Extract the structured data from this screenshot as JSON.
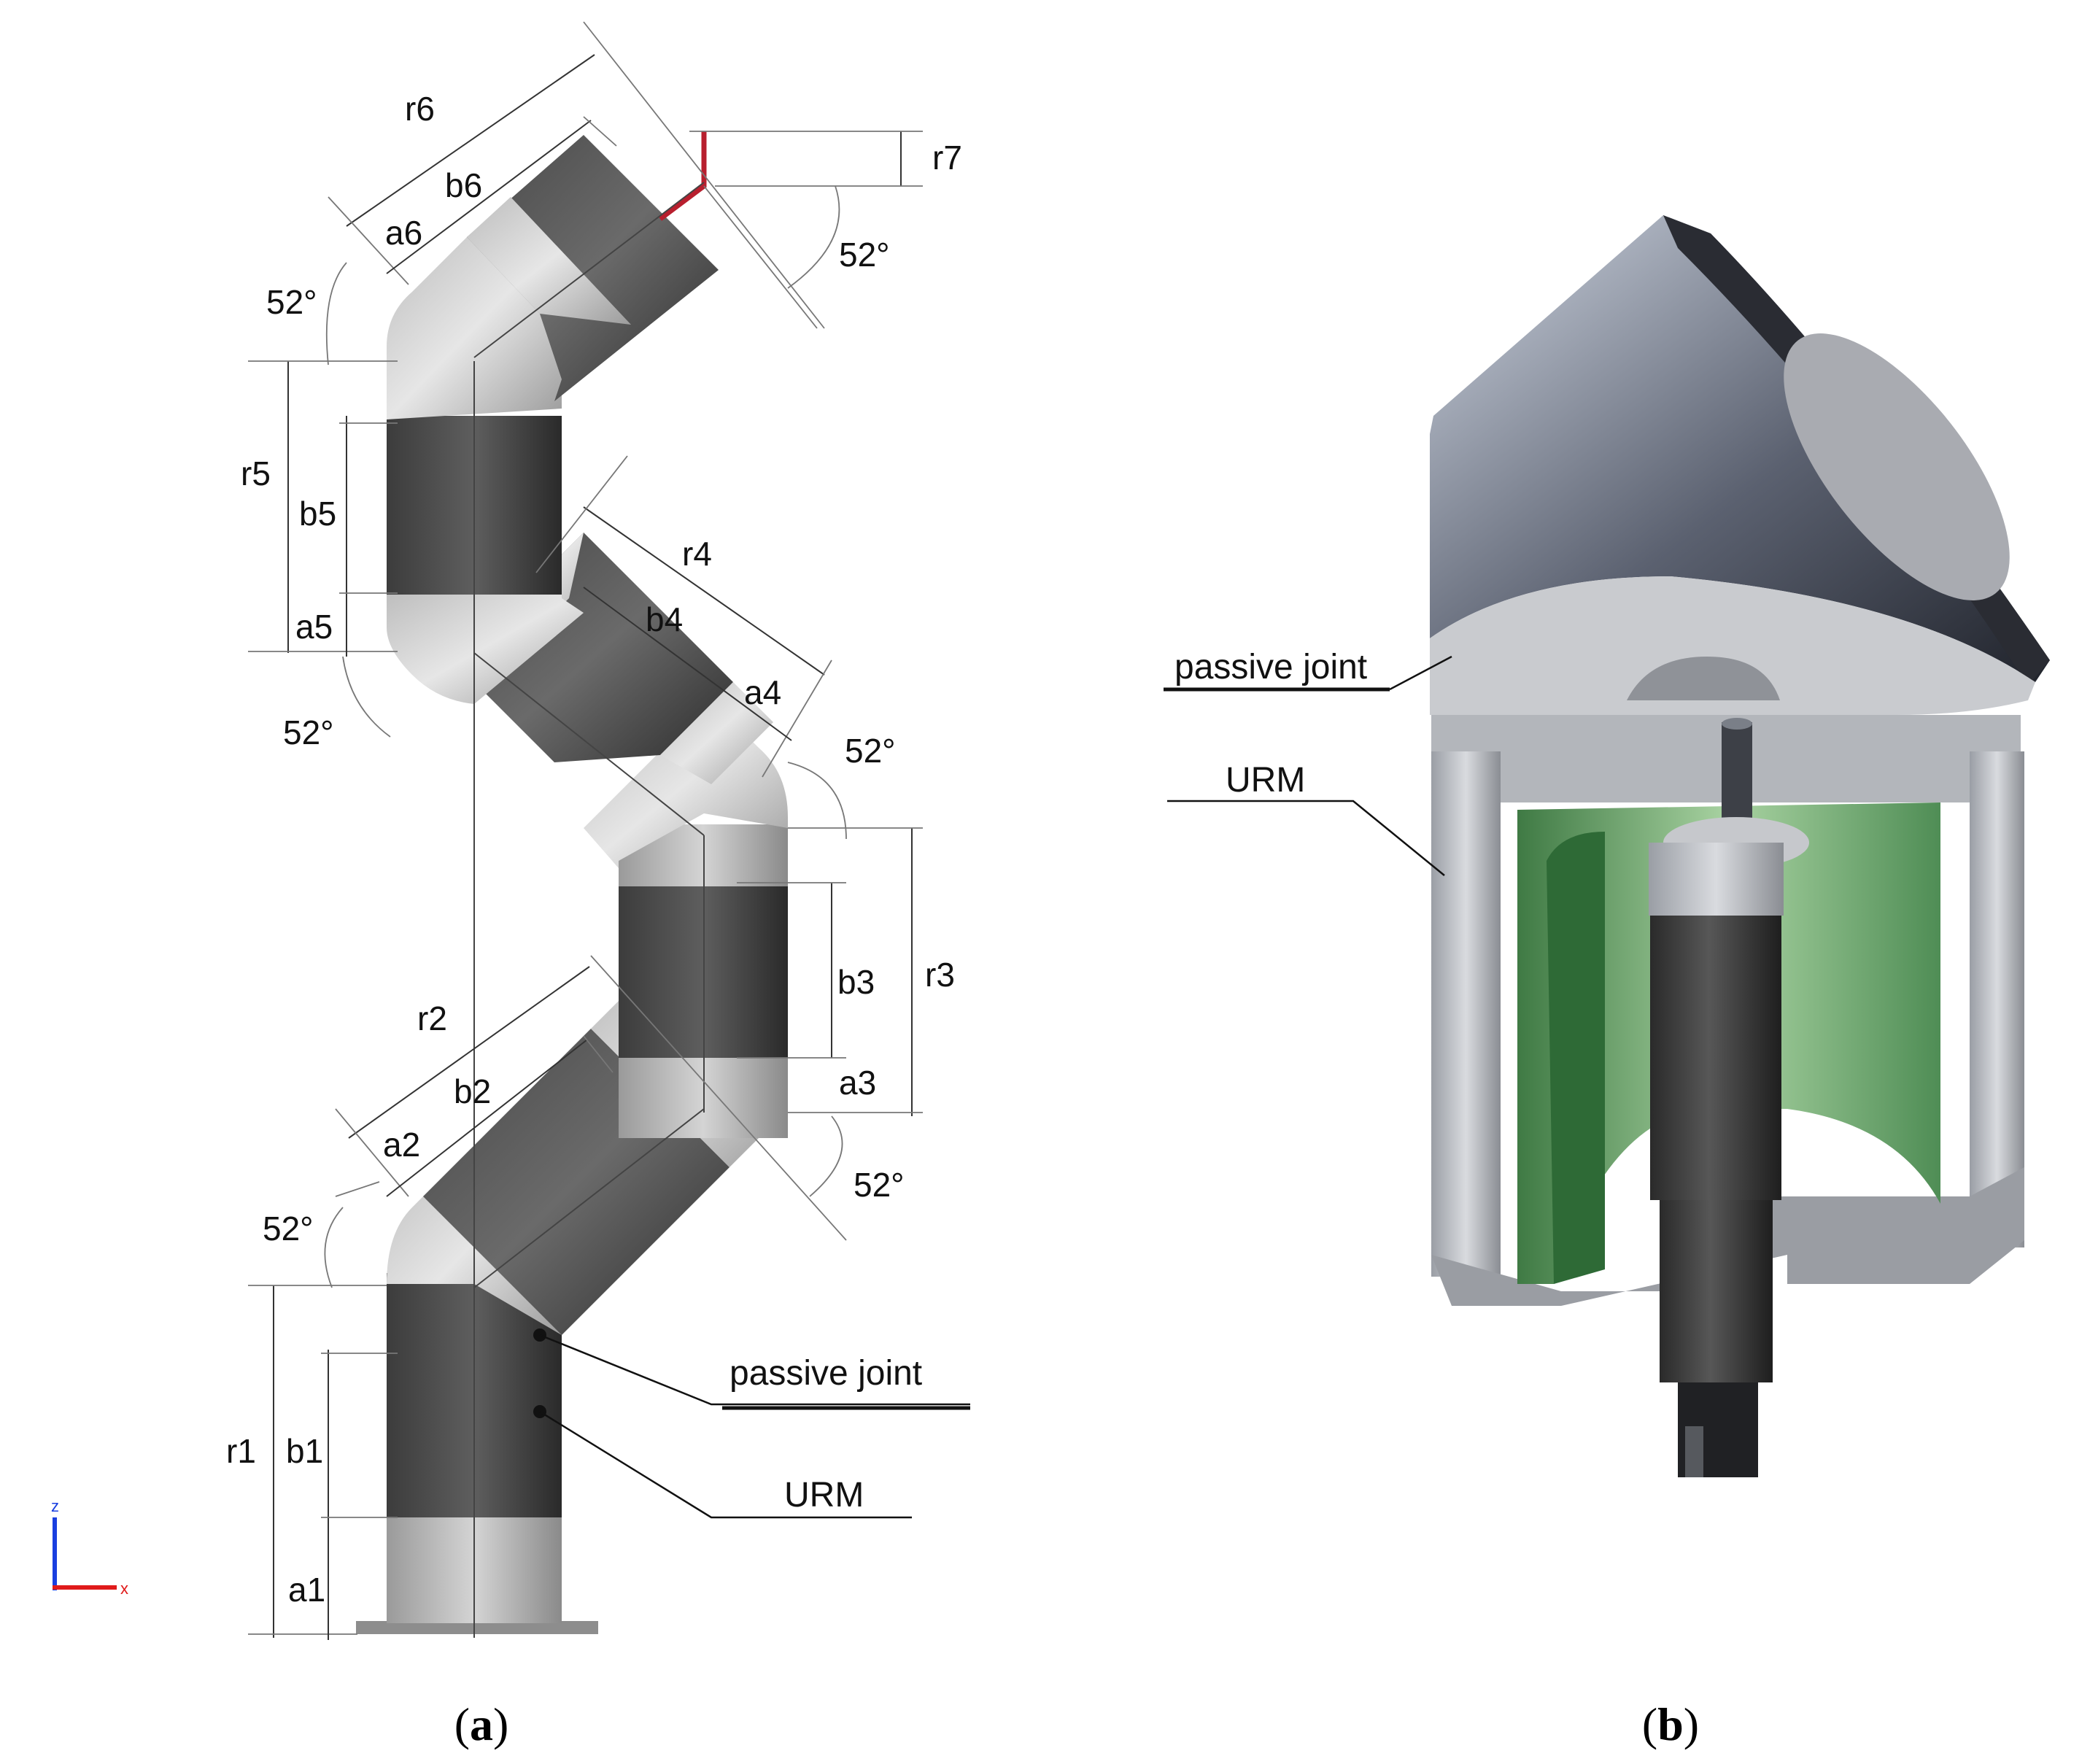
{
  "panel_a": {
    "labels": {
      "r1": "r1",
      "r2": "r2",
      "r3": "r3",
      "r4": "r4",
      "r5": "r5",
      "r6": "r6",
      "r7": "r7",
      "a1": "a1",
      "a2": "a2",
      "a3": "a3",
      "a4": "a4",
      "a5": "a5",
      "a6": "a6",
      "b1": "b1",
      "b2": "b2",
      "b3": "b3",
      "b4": "b4",
      "b5": "b5",
      "b6": "b6"
    },
    "angle_label": "52°",
    "callouts": {
      "passive_joint": "passive joint",
      "urm": "URM"
    },
    "axes": {
      "z": "z",
      "x": "x"
    },
    "caption": {
      "open": "(",
      "letter": "a",
      "close": ")"
    }
  },
  "panel_b": {
    "callouts": {
      "passive_joint": "passive joint",
      "urm": "URM"
    },
    "caption": {
      "open": "(",
      "letter": "b",
      "close": ")"
    }
  },
  "colors": {
    "accent_red": "#b81f2e",
    "urm_green": "#8fc08a",
    "axis_z": "#1a3fe0",
    "axis_x": "#e01a1a"
  }
}
